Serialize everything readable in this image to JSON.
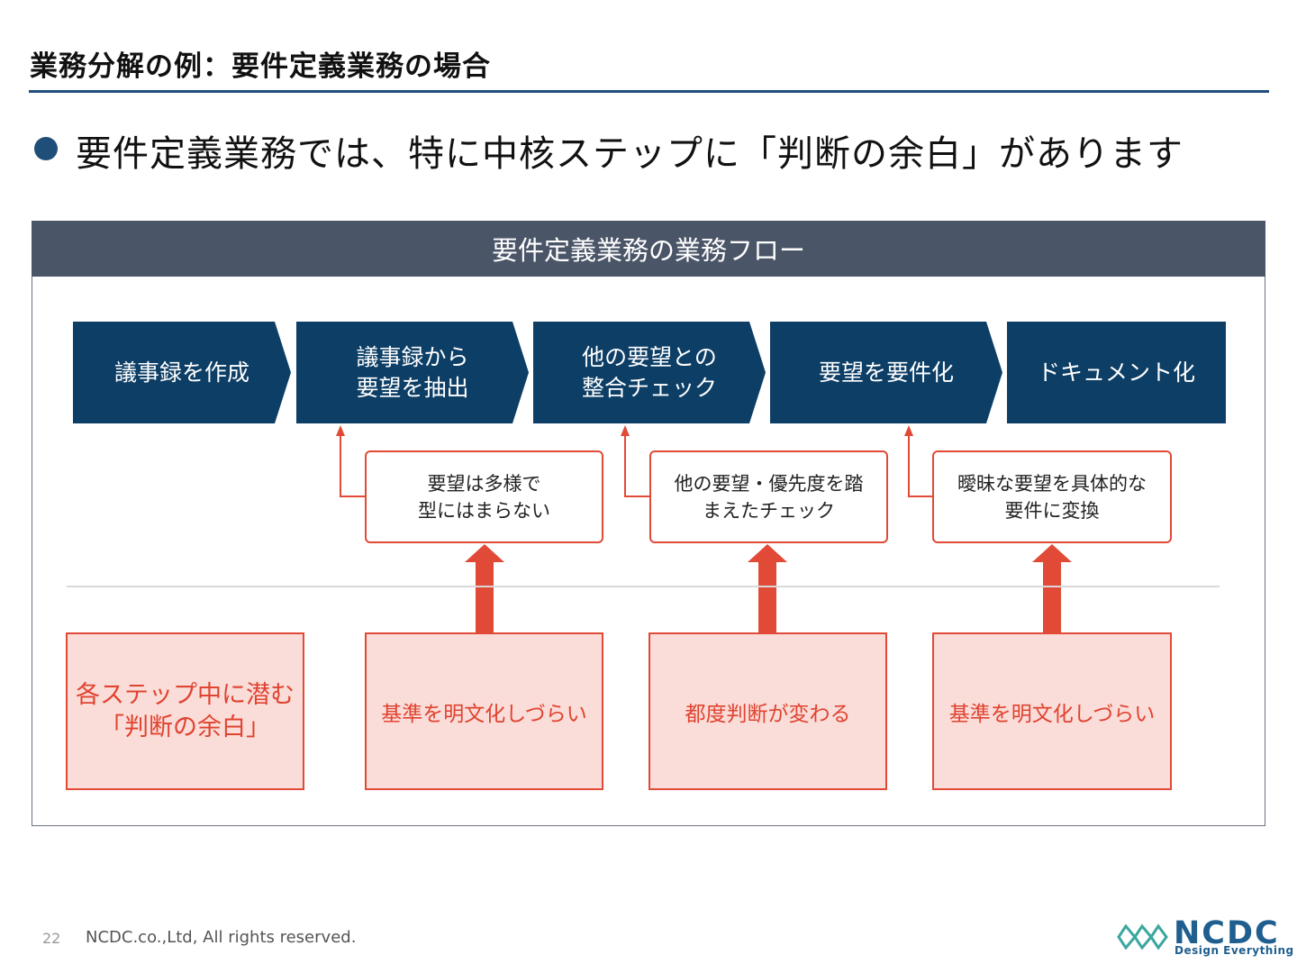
{
  "title": "業務分解の例：要件定義業務の場合",
  "bullet": "要件定義業務では、特に中核ステップに「判断の余白」があります",
  "panel_header": "要件定義業務の業務フロー",
  "steps": [
    "議事録を作成",
    "議事録から\n要望を抽出",
    "他の要望との\n整合チェック",
    "要望を要件化",
    "ドキュメント化"
  ],
  "notes": [
    "要望は多様で\n型にはまらない",
    "他の要望・優先度を踏\nまえたチェック",
    "曖昧な要望を具体的な\n要件に変換"
  ],
  "boxes": [
    "各ステップ中に潜む\n「判断の余白」",
    "基準を明文化しづらい",
    "都度判断が変わる",
    "基準を明文化しづらい"
  ],
  "footer": {
    "page_number": "22",
    "copyright": "NCDC.co.,Ltd, All rights reserved."
  },
  "logo": {
    "name": "NCDC",
    "tagline": "Design Everything"
  },
  "colors": {
    "navy": "#0d3e66",
    "header_gray": "#4b5568",
    "accent_red": "#e04a37",
    "box_fill": "#fadcd9"
  }
}
